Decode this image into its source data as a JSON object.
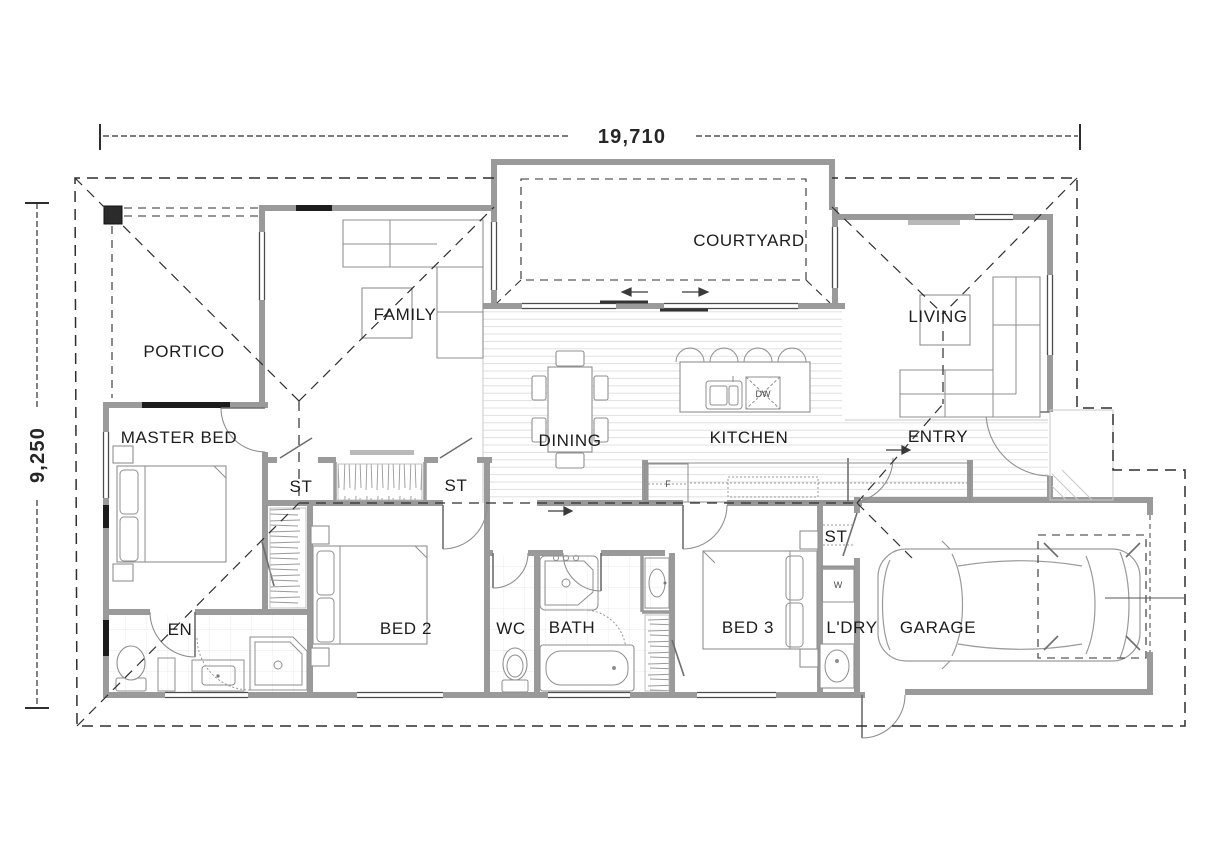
{
  "drawing": {
    "type": "residential-floor-plan",
    "overall_dimensions": {
      "width_label": "19,710",
      "height_label": "9,250"
    },
    "colors": {
      "wall": "#9a9a9a",
      "roof_dash": "#2f2f2f",
      "text": "#1d1d1d",
      "dim_text": "#262626",
      "floor_hatch": "#dedede",
      "tile": "#ebebeb",
      "background": "#ffffff"
    }
  },
  "rooms": [
    {
      "id": "portico",
      "label": "PORTICO"
    },
    {
      "id": "family",
      "label": "FAMILY"
    },
    {
      "id": "courtyard",
      "label": "COURTYARD"
    },
    {
      "id": "living",
      "label": "LIVING"
    },
    {
      "id": "master-bed",
      "label": "MASTER BED"
    },
    {
      "id": "dining",
      "label": "DINING"
    },
    {
      "id": "kitchen",
      "label": "KITCHEN"
    },
    {
      "id": "entry",
      "label": "ENTRY"
    },
    {
      "id": "st-1",
      "label": "ST"
    },
    {
      "id": "st-2",
      "label": "ST"
    },
    {
      "id": "en",
      "label": "EN"
    },
    {
      "id": "bed-2",
      "label": "BED 2"
    },
    {
      "id": "wc",
      "label": "WC"
    },
    {
      "id": "bath",
      "label": "BATH"
    },
    {
      "id": "bed-3",
      "label": "BED 3"
    },
    {
      "id": "st-3",
      "label": "ST"
    },
    {
      "id": "ldry",
      "label": "L'DRY"
    },
    {
      "id": "garage",
      "label": "GARAGE"
    }
  ],
  "appliances": [
    {
      "id": "fridge",
      "label": "F"
    },
    {
      "id": "dishwasher",
      "label": "DW"
    },
    {
      "id": "washer",
      "label": "W"
    }
  ]
}
